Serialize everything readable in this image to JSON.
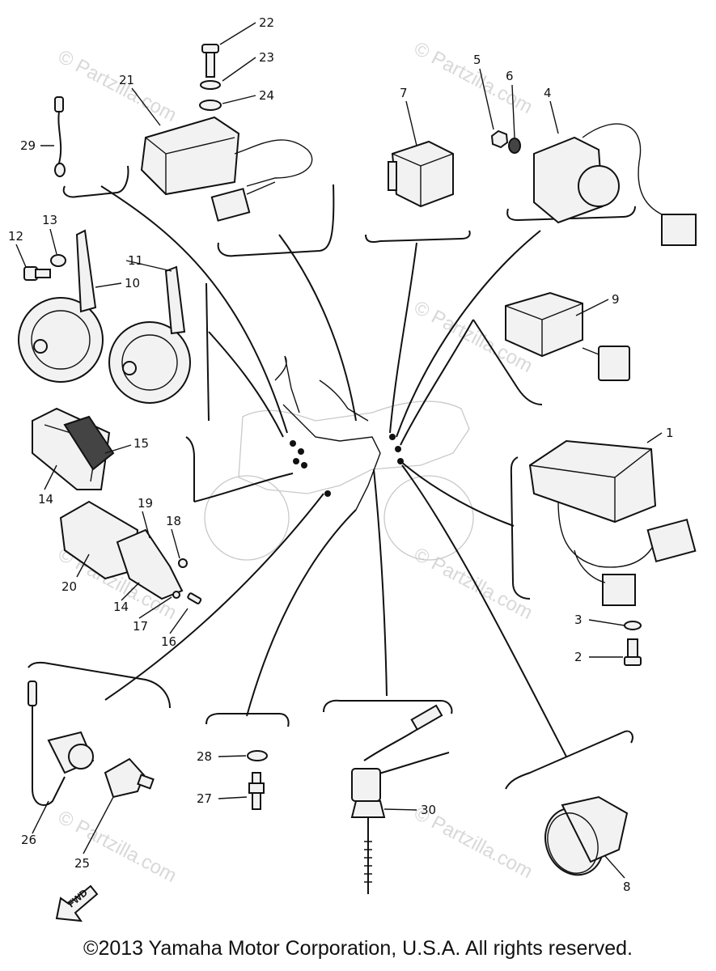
{
  "watermark": "© Partzilla.com",
  "copyright": "©2013 Yamaha Motor Corporation, U.S.A. All rights reserved.",
  "fwd_label": "FWD",
  "callouts": [
    "1",
    "2",
    "3",
    "4",
    "5",
    "6",
    "7",
    "8",
    "9",
    "10",
    "11",
    "12",
    "13",
    "14",
    "14",
    "15",
    "16",
    "17",
    "18",
    "19",
    "20",
    "21",
    "22",
    "23",
    "24",
    "25",
    "26",
    "27",
    "28",
    "29",
    "30"
  ],
  "parts": [
    {
      "id": "regulator",
      "callout": "1"
    },
    {
      "id": "bolt",
      "callout": "2"
    },
    {
      "id": "washer",
      "callout": "3"
    },
    {
      "id": "relay-unit",
      "callout": "4"
    },
    {
      "id": "nut",
      "callout": "5"
    },
    {
      "id": "spring-washer",
      "callout": "6"
    },
    {
      "id": "relay",
      "callout": "7"
    },
    {
      "id": "flasher",
      "callout": "8"
    },
    {
      "id": "relay-small",
      "callout": "9"
    },
    {
      "id": "horn",
      "callout": "10"
    },
    {
      "id": "horn-2",
      "callout": "11"
    },
    {
      "id": "bolt-horn",
      "callout": "12"
    },
    {
      "id": "washer-horn",
      "callout": "13"
    },
    {
      "id": "cover",
      "callout": "14"
    },
    {
      "id": "cover-clip",
      "callout": "15"
    },
    {
      "id": "screw",
      "callout": "16"
    },
    {
      "id": "nut-small",
      "callout": "17"
    },
    {
      "id": "screw-2",
      "callout": "18"
    },
    {
      "id": "plate",
      "callout": "19"
    },
    {
      "id": "damper",
      "callout": "20"
    },
    {
      "id": "cdi-unit",
      "callout": "21"
    },
    {
      "id": "bolt-cdi",
      "callout": "22"
    },
    {
      "id": "washer-cdi",
      "callout": "23"
    },
    {
      "id": "washer-cdi-2",
      "callout": "24"
    },
    {
      "id": "sender",
      "callout": "25"
    },
    {
      "id": "switch-lead",
      "callout": "26"
    },
    {
      "id": "plug",
      "callout": "27"
    },
    {
      "id": "gasket",
      "callout": "28"
    },
    {
      "id": "lead-wire",
      "callout": "29"
    },
    {
      "id": "stop-switch",
      "callout": "30"
    }
  ]
}
